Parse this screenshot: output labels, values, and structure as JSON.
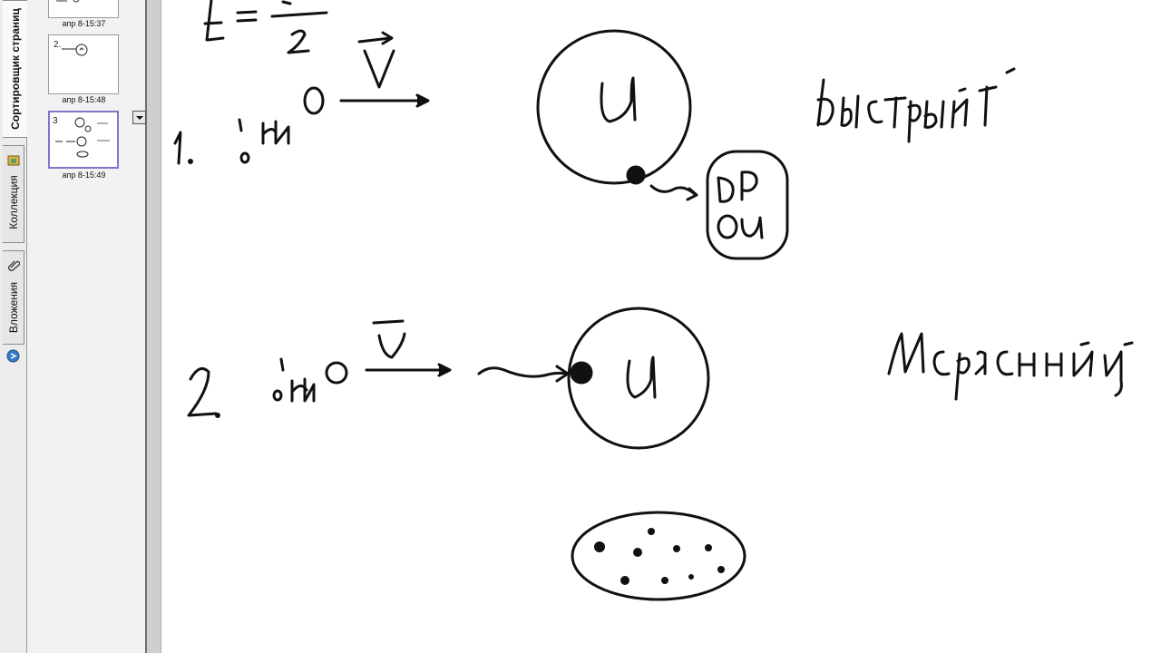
{
  "sidebar": {
    "tabs": [
      {
        "label": "Сортировщик страниц",
        "icon": "page-sorter-icon",
        "active": true
      },
      {
        "label": "Коллекция",
        "icon": "gallery-icon",
        "active": false
      },
      {
        "label": "Вложения",
        "icon": "paperclip-icon",
        "active": false
      }
    ],
    "bottom_icon": "properties-icon"
  },
  "page_sorter": {
    "thumbnails": [
      {
        "label": "апр 8-15:37",
        "selected": false
      },
      {
        "label": "апр 8-15:48",
        "selected": false
      },
      {
        "label": "апр 8-15:49",
        "selected": true
      }
    ],
    "thumbnail_menu_icon": "dropdown-arrow-icon"
  },
  "canvas": {
    "strokes": "handwritten ink annotations",
    "colors": {
      "ink": "#111111",
      "background": "#ffffff",
      "selection": "#7b78c9"
    }
  }
}
